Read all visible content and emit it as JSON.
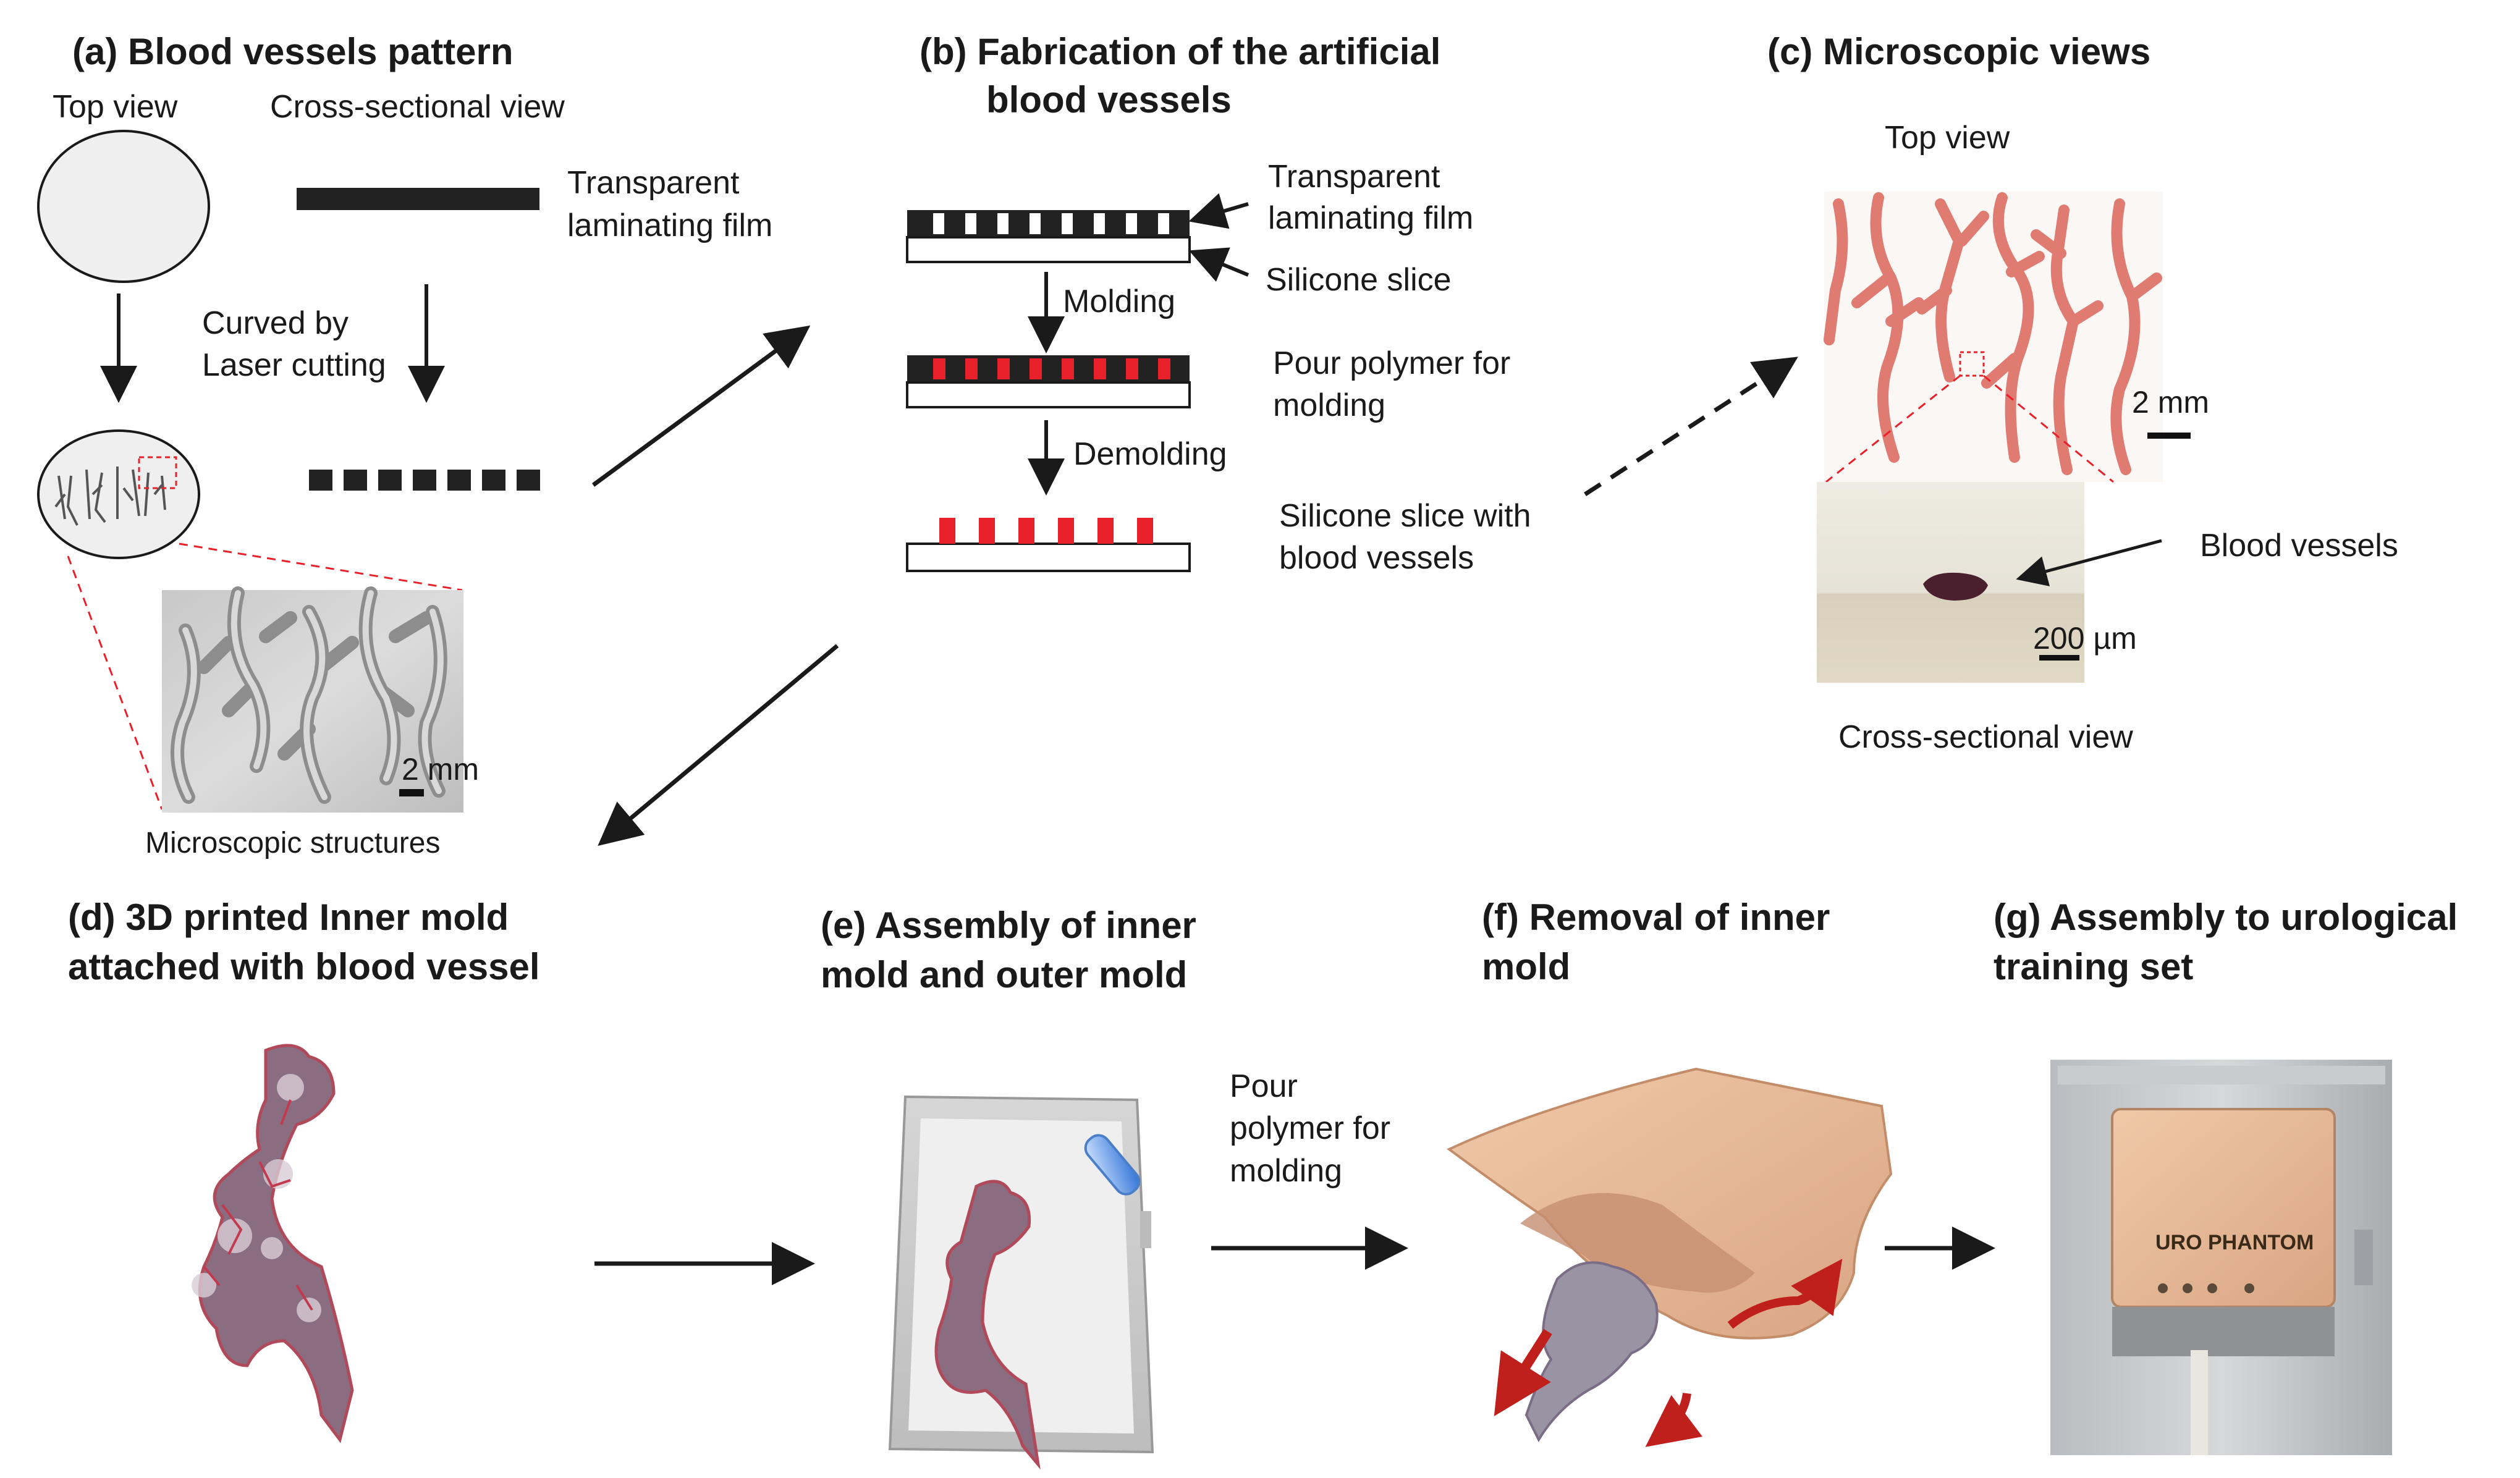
{
  "panels": {
    "a": {
      "title": "(a) Blood vessels pattern",
      "top_view": "Top view",
      "cross_view": "Cross-sectional view",
      "film_line1": "Transparent",
      "film_line2": "laminating film",
      "cut_line1": "Curved by",
      "cut_line2": "Laser cutting",
      "scale": "2 mm",
      "caption": "Microscopic structures"
    },
    "b": {
      "title_line1": "(b) Fabrication of the artificial",
      "title_line2": "blood vessels",
      "film_line1": "Transparent",
      "film_line2": "laminating film",
      "silicone": "Silicone slice",
      "molding": "Molding",
      "pour_line1": "Pour polymer for",
      "pour_line2": "molding",
      "demolding": "Demolding",
      "result_line1": "Silicone slice with",
      "result_line2": "blood vessels"
    },
    "c": {
      "title": "(c) Microscopic views",
      "top_view": "Top view",
      "scale_top": "2 mm",
      "vessels": "Blood vessels",
      "scale_cross": "200 µm",
      "cross_view": "Cross-sectional view"
    },
    "d": {
      "title_line1": "(d) 3D printed Inner mold",
      "title_line2": "attached with blood vessel"
    },
    "e": {
      "title_line1": "(e) Assembly of inner",
      "title_line2": "mold and outer mold",
      "pour_line1": "Pour",
      "pour_line2": "polymer for",
      "pour_line3": "molding"
    },
    "f": {
      "title_line1": "(f) Removal of inner",
      "title_line2": "mold"
    },
    "g": {
      "title_line1": "(g) Assembly to urological",
      "title_line2": "training set",
      "brand": "URO PHANTOM"
    }
  },
  "colors": {
    "vessel_red": "#e8202a",
    "film_black": "#222222",
    "arrow_red": "#c0201c",
    "phantom_skin": "#e6b898"
  }
}
